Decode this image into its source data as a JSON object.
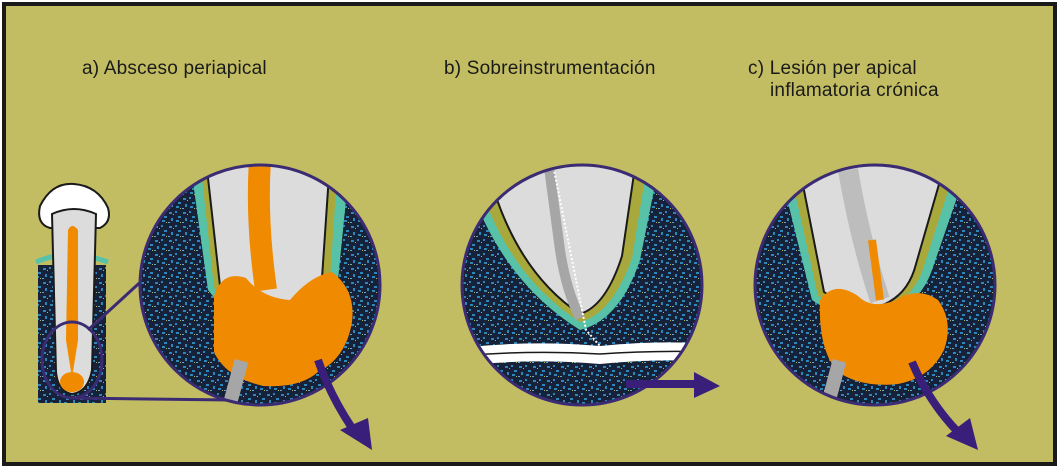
{
  "labels": {
    "a": "a) Absceso periapical",
    "b": "b) Sobreinstrumentación",
    "c_line1": "c) Lesión per apical",
    "c_line2": "inflamatoria crónica"
  },
  "colors": {
    "background": "#c2bd62",
    "frame": "#1a1a1a",
    "bone_dark": "#16223a",
    "bone_speckle_blue": "#2f86b8",
    "bone_speckle_yellow": "#b9b34f",
    "circle_border": "#3b2b73",
    "dentin": "#dcdcdc",
    "canal": "#bdbdbd",
    "lesion": "#f08a00",
    "teal_layer": "#58c2a8",
    "olive_layer": "#a8a83c",
    "gutta": "#a6a6a6",
    "arrow": "#3a1f7a",
    "enamel": "#ffffff"
  },
  "icons": [
    "right-arrow-icon",
    "down-right-arrow-icon"
  ]
}
